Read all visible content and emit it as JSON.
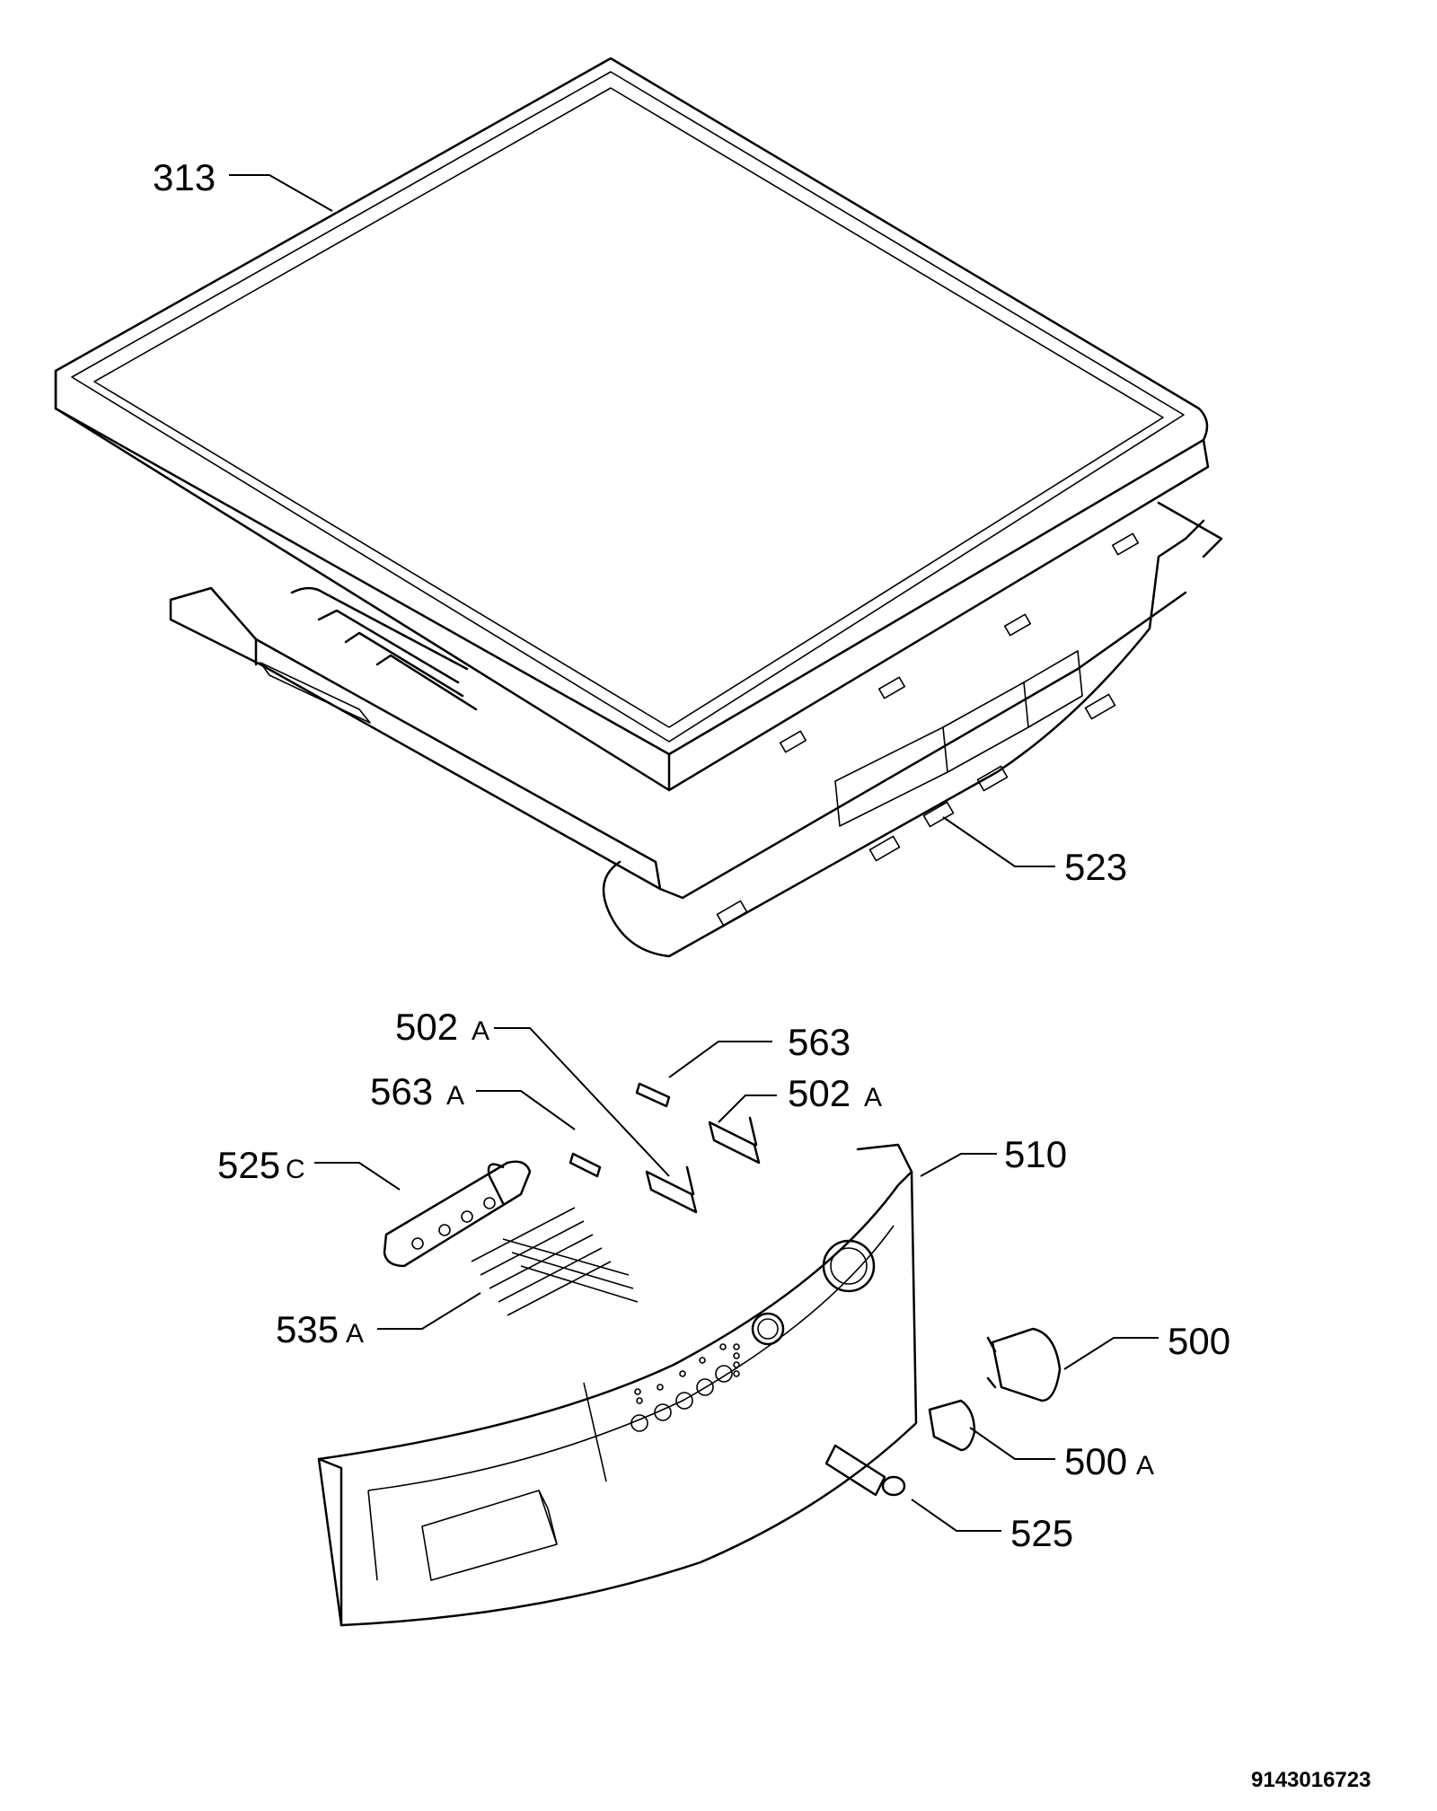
{
  "callouts": {
    "c313": "313",
    "c523": "523",
    "c502a_left_num": "502",
    "c502a_left_suffix": "A",
    "c563": "563",
    "c502a_right_num": "502",
    "c502a_right_suffix": "A",
    "c563a_num": "563",
    "c563a_suffix": "A",
    "c510": "510",
    "c525c_num": "525",
    "c525c_suffix": "C",
    "c535a_num": "535",
    "c535a_suffix": "A",
    "c500": "500",
    "c500a_num": "500",
    "c500a_suffix": "A",
    "c525": "525"
  },
  "document_number": "9143016723"
}
